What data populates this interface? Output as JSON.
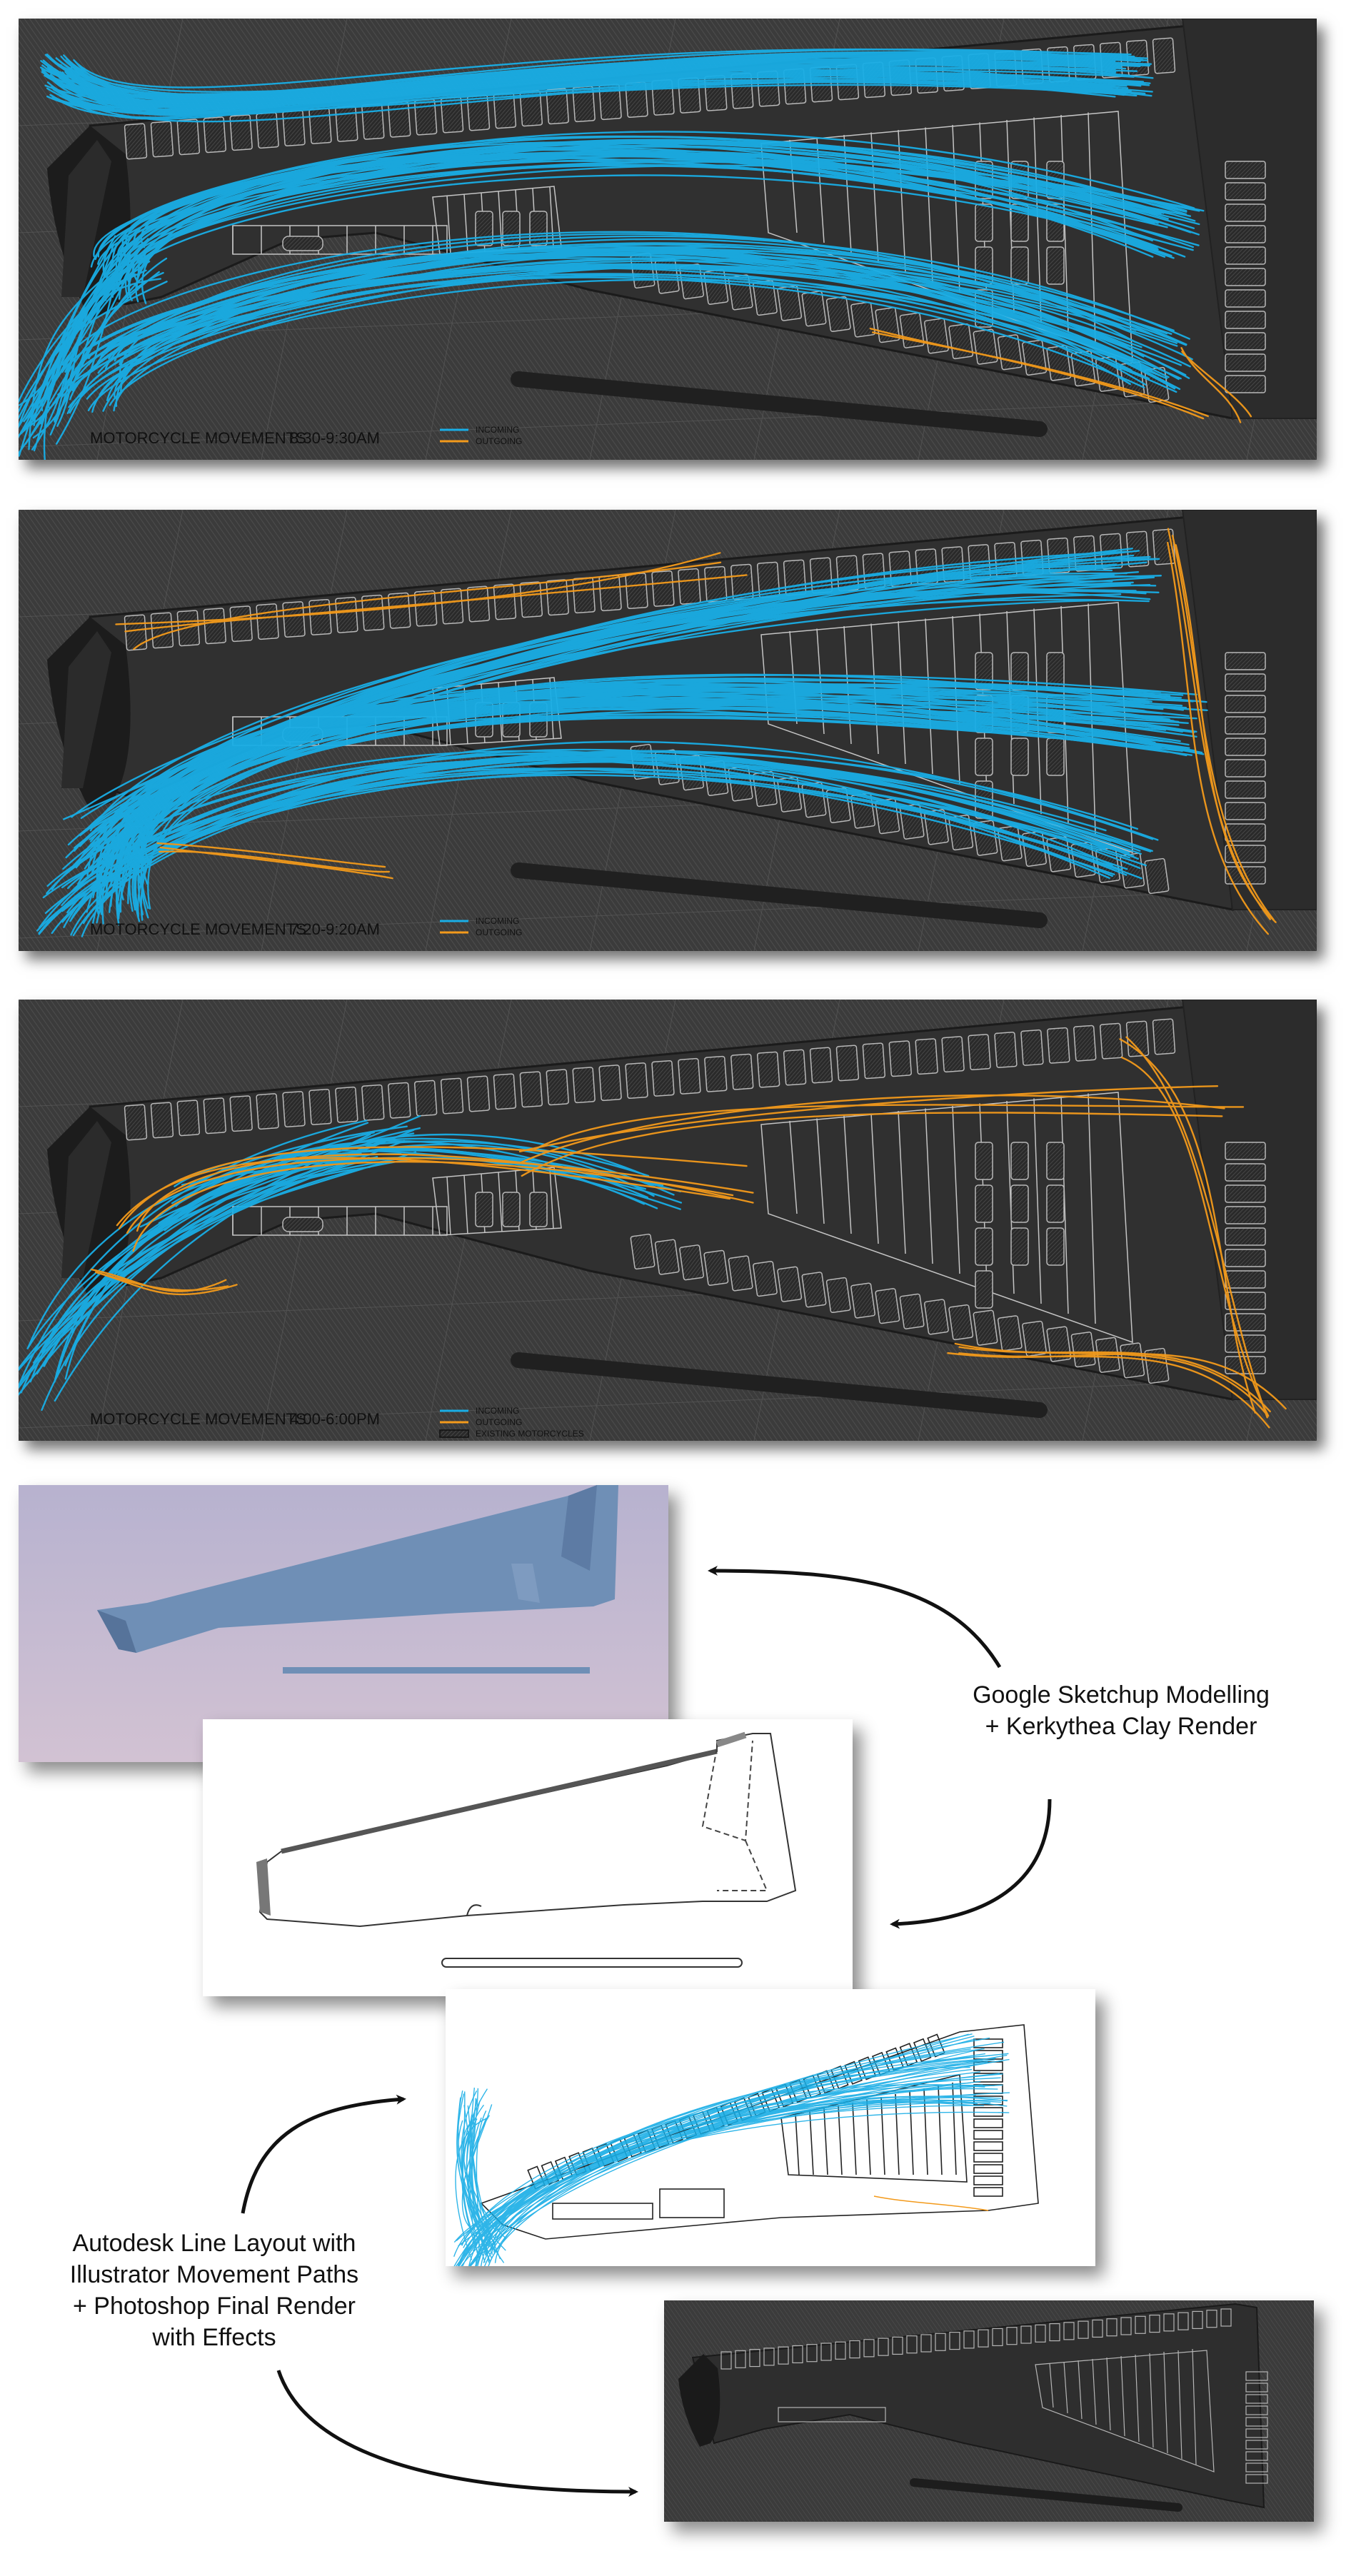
{
  "panels": [
    {
      "title": "MOTORCYCLE MOVEMENTS",
      "time": "8:30-9:30AM",
      "legend": [
        "INCOMING",
        "OUTGOING"
      ]
    },
    {
      "title": "MOTORCYCLE MOVEMENTS",
      "time": "7:20-9:20AM",
      "legend": [
        "INCOMING",
        "OUTGOING"
      ]
    },
    {
      "title": "MOTORCYCLE MOVEMENTS",
      "time": "4:00-6:00PM",
      "legend": [
        "INCOMING",
        "OUTGOING",
        "EXISTING MOTORCYCLES"
      ]
    }
  ],
  "captions": {
    "sketchup": [
      "Google Sketchup Modelling",
      "+  Kerkythea Clay Render"
    ],
    "autodesk": [
      "Autodesk Line Layout with",
      "Illustrator Movement Paths",
      "+  Photoshop Final Render",
      "with Effects"
    ]
  },
  "colors": {
    "incoming": "#19aee6",
    "outgoing": "#f39a1b",
    "panel_bg": "#3a3a3a",
    "dark": "#1a1a1a",
    "clay_bg": "#c8bcd2",
    "clay_model": "#6f8fb6"
  }
}
